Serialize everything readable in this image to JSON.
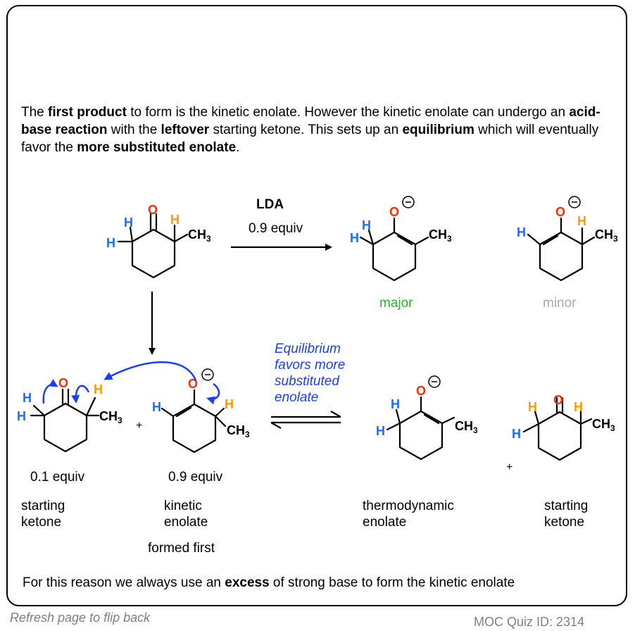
{
  "intro": {
    "p1": "The ",
    "b1": "first product",
    "p2": " to form is the kinetic enolate. However the kinetic enolate can undergo an ",
    "b2": "acid-base reaction",
    "p3": " with the ",
    "b3": "leftover",
    "p4": " starting ketone. This sets up an ",
    "b4": "equilibrium",
    "p5": " which will eventually favor the ",
    "b5": "more substituted enolate",
    "p6": "."
  },
  "reagent": {
    "name": "LDA",
    "amount": "0.9 equiv"
  },
  "products": {
    "major": "major",
    "minor": "minor"
  },
  "equilibrium_note": [
    "Equilibrium",
    "favors more",
    "substituted",
    "enolate"
  ],
  "bottom_row": {
    "ketone_amount": "0.1 equiv",
    "ketone_label": [
      "starting",
      "ketone"
    ],
    "plus": "+",
    "enolate_amount": "0.9 equiv",
    "enolate_label": [
      "kinetic",
      "enolate"
    ],
    "formed_first": "formed first",
    "thermo_label": [
      "thermodynamic",
      "enolate"
    ],
    "product_ketone_label": [
      "starting",
      "ketone"
    ]
  },
  "atoms": {
    "O": "O",
    "H": "H",
    "C": "CH",
    "sub3": "3",
    "charge": "−"
  },
  "conclusion": {
    "p1": "For this reason we always use an ",
    "b1": "excess",
    "p2": " of strong base to form the kinetic enolate"
  },
  "footer": {
    "left": "Refresh page to flip back",
    "right": "MOC Quiz ID: 2314"
  },
  "colors": {
    "oxygen": "#ff2a00",
    "hydrogen_blue": "#1a6cff",
    "hydrogen_orange": "#ff9900",
    "arrow_blue": "#1a3cff",
    "major": "#22bb22",
    "minor": "#aaaaaa"
  }
}
